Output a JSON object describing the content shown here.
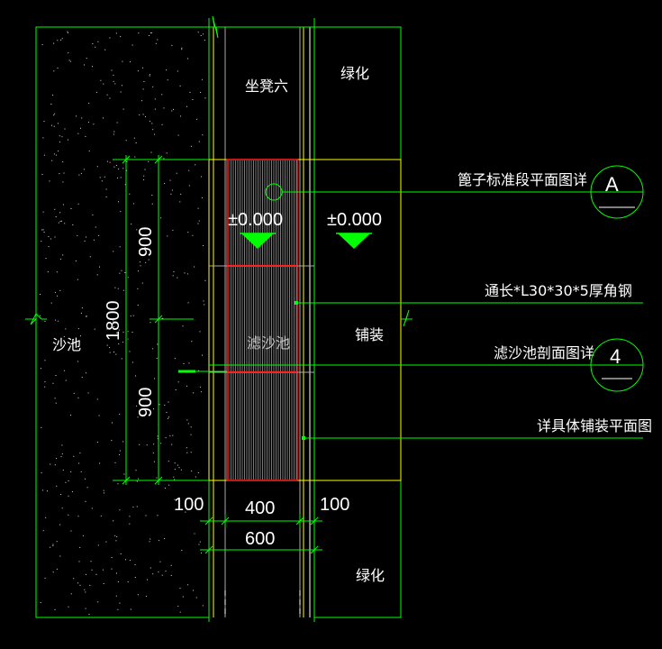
{
  "labels": {
    "seat": "坐凳六",
    "green_top": "绿化",
    "green_bottom": "绿化",
    "sandpit": "沙池",
    "paving": "铺装",
    "filter": "滤沙池",
    "elev_left": "±0.000",
    "elev_right": "±0.000"
  },
  "dimensions": {
    "total": "1800",
    "upper": "900",
    "lower": "900",
    "w_left": "100",
    "w_mid": "400",
    "w_right": "100",
    "w_total": "600"
  },
  "callouts": {
    "grate_detail": "篦子标准段平面图详",
    "angle_steel": "通长*L30*30*5厚角钢",
    "section_detail": "滤沙池剖面图详",
    "paving_detail": "详具体铺装平面图"
  },
  "symbols": {
    "ref_a_top": "A",
    "ref_b_top": "4"
  },
  "colors": {
    "background": "#000000",
    "outline": "#00ff00",
    "edge": "#ffff00",
    "frame_red": "#ff2020",
    "text": "#ffffff"
  }
}
